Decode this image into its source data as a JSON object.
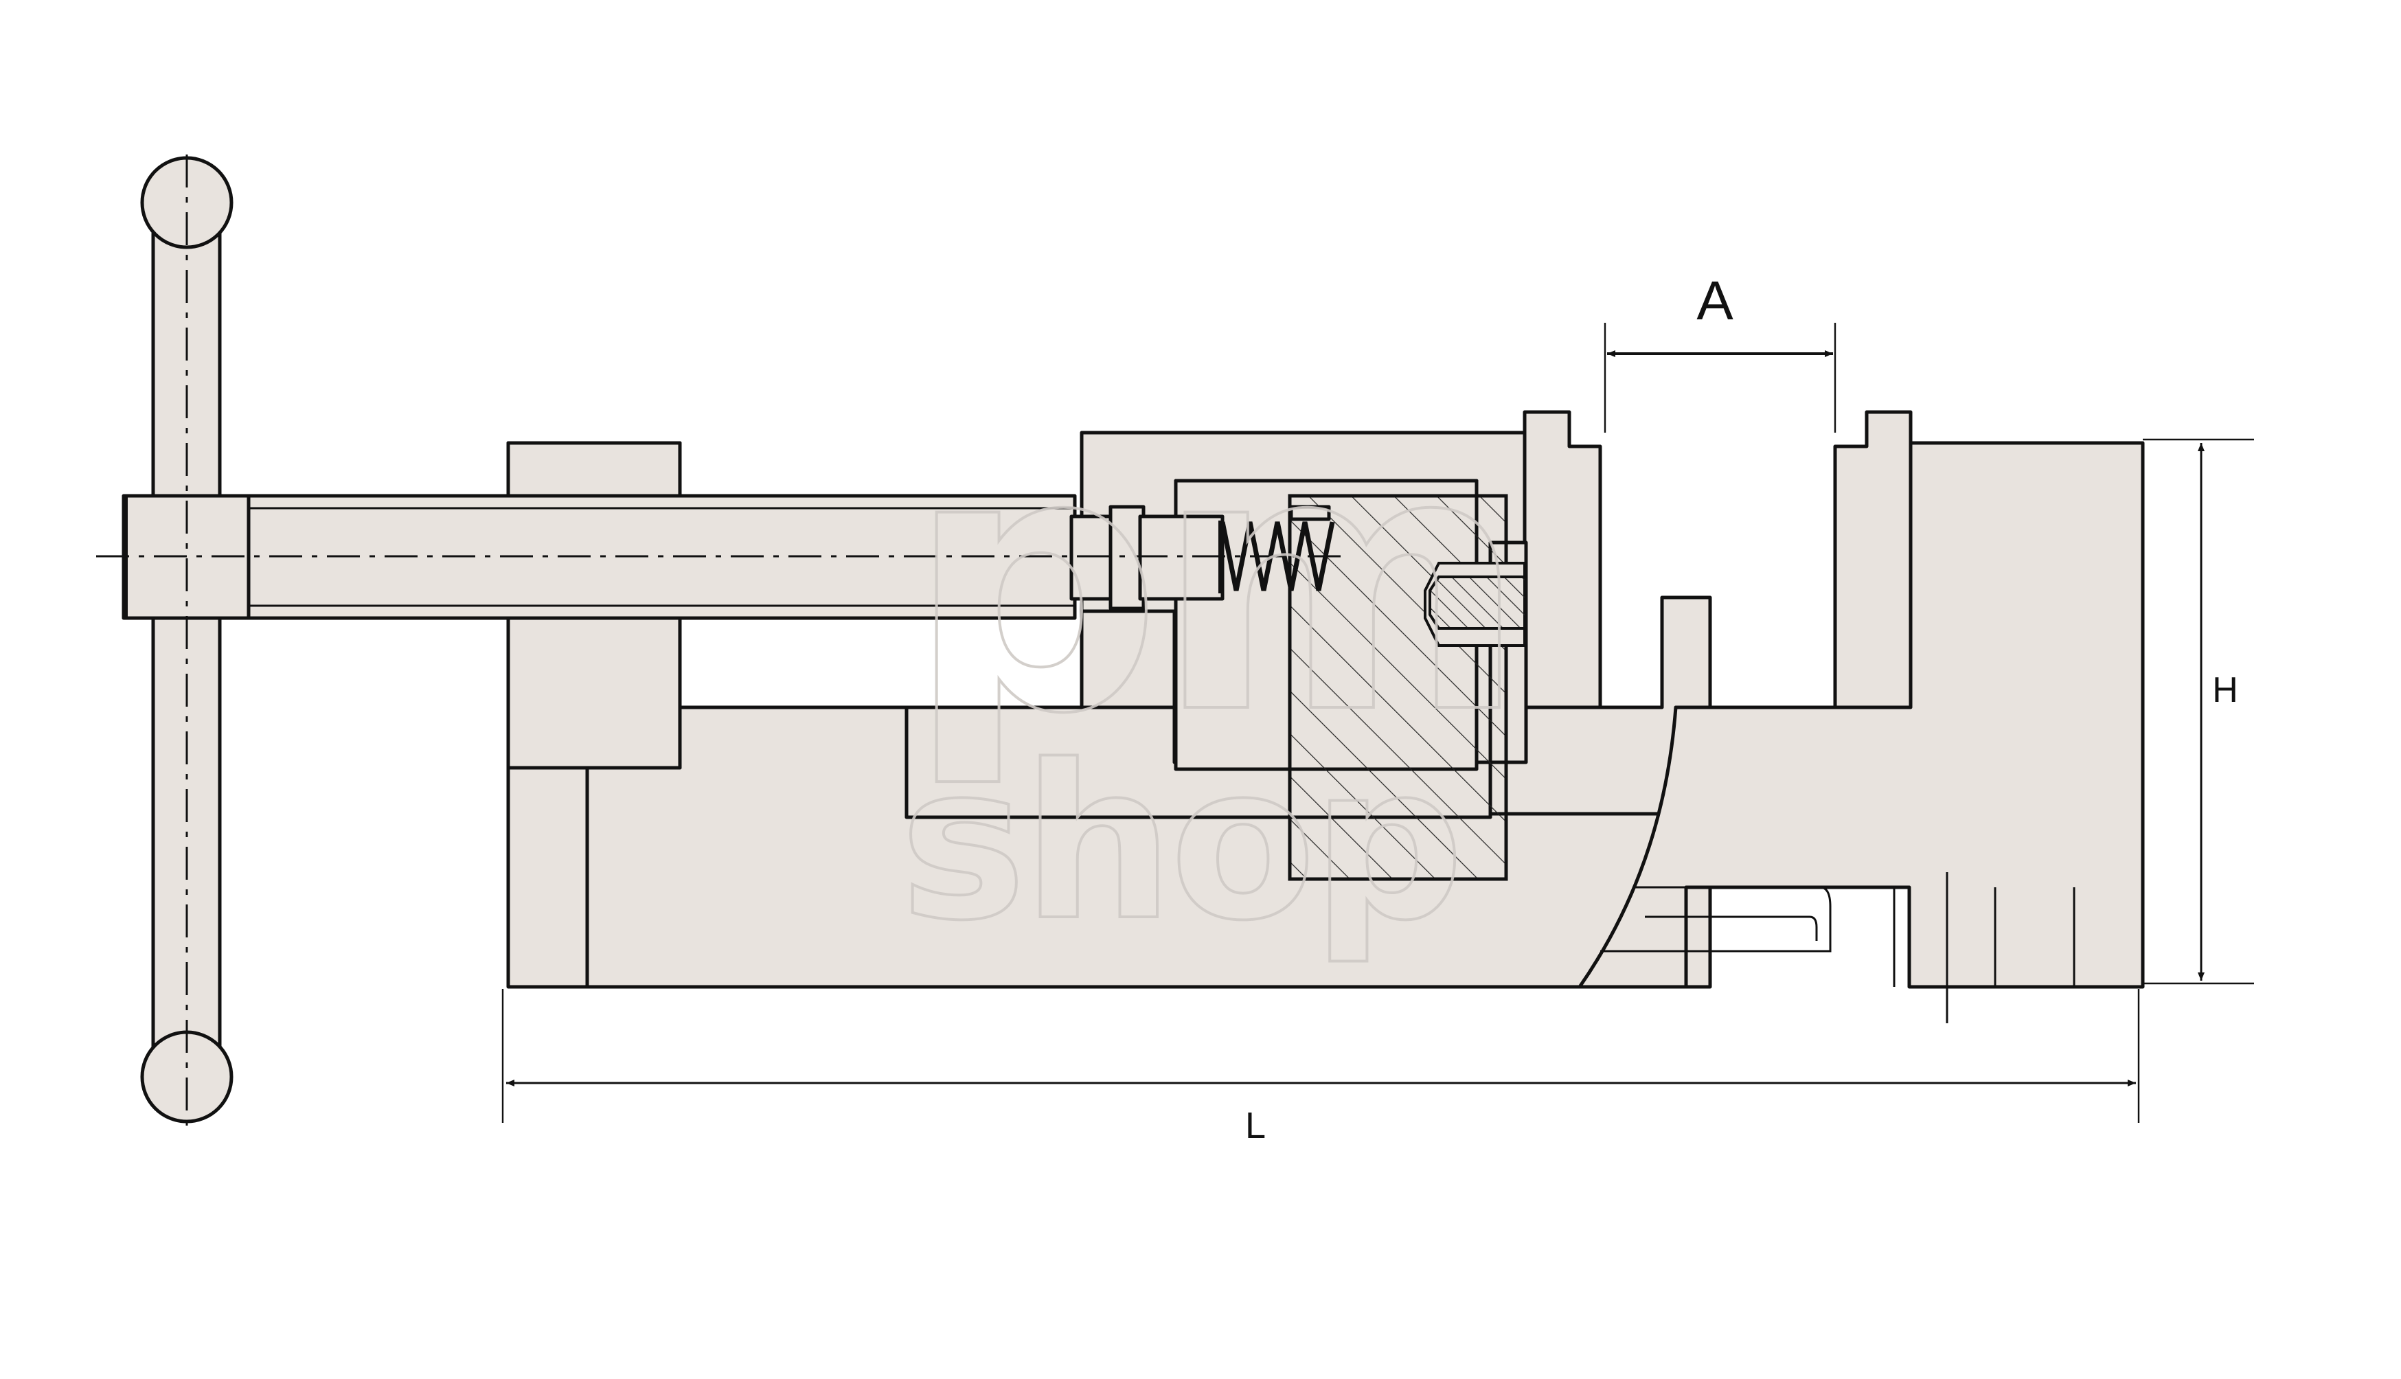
{
  "dimensions": {
    "a_label": "A",
    "h_label": "H",
    "l_label": "L"
  },
  "watermark": {
    "line1": "pm",
    "line2": "shop"
  },
  "colors": {
    "part_fill": "#e8e3de",
    "outline": "#111111",
    "watermark": "#cfcac6"
  }
}
